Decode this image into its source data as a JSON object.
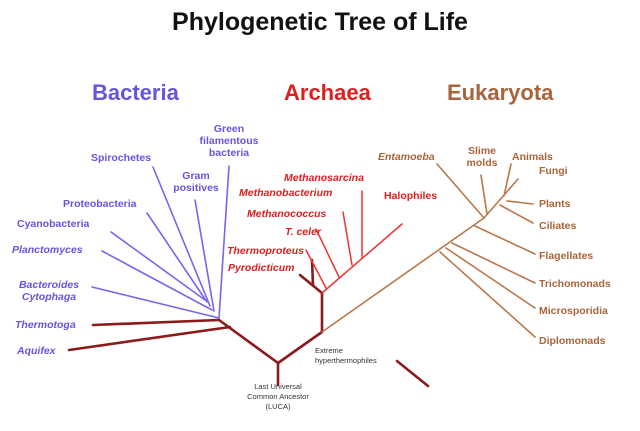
{
  "title": "Phylogenetic Tree of Life",
  "domains": {
    "bacteria": {
      "label": "Bacteria",
      "color": "#6655dd"
    },
    "archaea": {
      "label": "Archaea",
      "color": "#dd1f1f"
    },
    "eukaryota": {
      "label": "Eukaryota",
      "color": "#a8643a"
    }
  },
  "bacteria": {
    "green_filamentous": [
      "Green",
      "filamentous",
      "bacteria"
    ],
    "gram_positives": [
      "Gram",
      "positives"
    ],
    "spirochetes": "Spirochetes",
    "proteobacteria": "Proteobacteria",
    "cyanobacteria": "Cyanobacteria",
    "planctomyces": "Planctomyces",
    "bacteroides": [
      "Bacteroides",
      "Cytophaga"
    ],
    "thermotoga": "Thermotoga",
    "aquifex": "Aquifex"
  },
  "archaea": {
    "methanosarcina": "Methanosarcina",
    "methanobacterium": "Methanobacterium",
    "methanococcus": "Methanococcus",
    "t_celer": "T. celer",
    "thermoproteus": "Thermoproteus",
    "pyrodicticum": "Pyrodicticum",
    "halophiles": "Halophiles"
  },
  "eukaryota": {
    "entamoeba": "Entamoeba",
    "slime_molds": [
      "Slime",
      "molds"
    ],
    "animals": "Animals",
    "fungi": "Fungi",
    "plants": "Plants",
    "ciliates": "Ciliates",
    "flagellates": "Flagellates",
    "trichomonads": "Trichomonads",
    "microsporidia": "Microsporidia",
    "diplomonads": "Diplomonads"
  },
  "annotations": {
    "extreme_hyperthermophiles": [
      "Extreme",
      "hyperthermophiles"
    ],
    "luca": [
      "Last Universal",
      "Common Ancestor",
      "(LUCA)"
    ]
  },
  "colors": {
    "root_branch": "#8b1a1a",
    "bacteria_branch": "#7766ee",
    "archaea_branch": "#ee3333",
    "eukaryota_branch": "#b8784a"
  }
}
